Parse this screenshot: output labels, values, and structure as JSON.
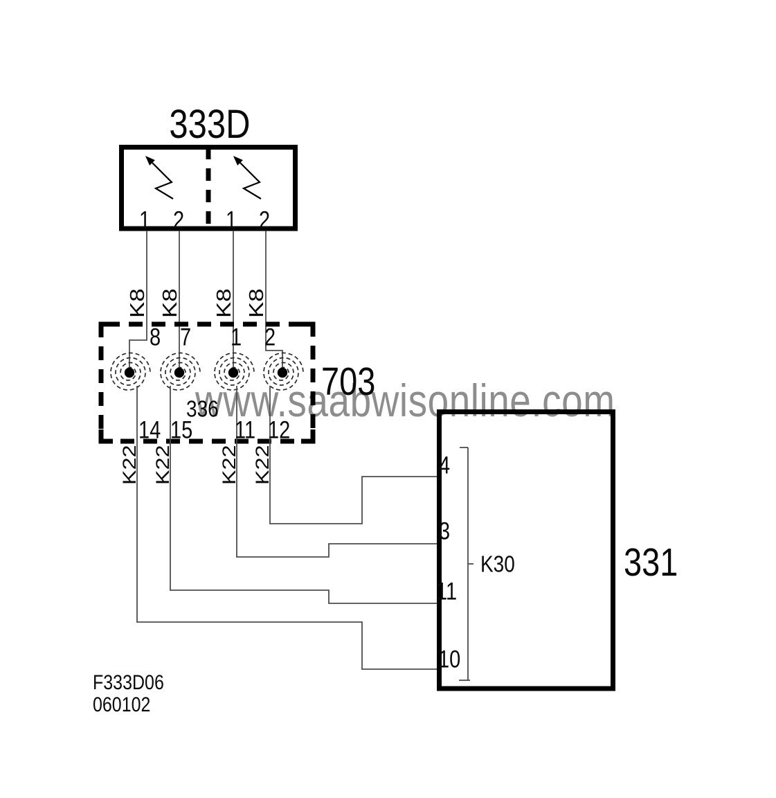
{
  "diagram": {
    "watermark": "www.saabwisonline.com",
    "component_333d": {
      "label": "333D",
      "pins": [
        "1",
        "2",
        "1",
        "2"
      ]
    },
    "wire_labels_top": [
      "K8",
      "K8",
      "K8",
      "K8"
    ],
    "connector_703": {
      "label": "703",
      "inner_label": "336",
      "pins_top": [
        "8",
        "7",
        "1",
        "2"
      ],
      "pins_bottom": [
        "14",
        "15",
        "11",
        "12"
      ]
    },
    "wire_labels_bottom": [
      "K22",
      "K22",
      "K22",
      "K22"
    ],
    "unit_331": {
      "label": "331",
      "bar_label": "K30",
      "pins": [
        "4",
        "3",
        "11",
        "10"
      ]
    },
    "footer": {
      "figure_id": "F333D06",
      "date_code": "060102"
    },
    "colors": {
      "line": "#000000",
      "wire": "#4d4d4d",
      "watermark": "#8d8d8d",
      "background": "#ffffff"
    }
  }
}
